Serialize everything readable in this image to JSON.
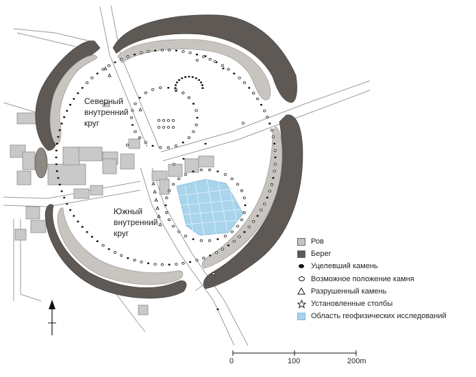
{
  "map": {
    "areas": {
      "north_circle": "Северный внутренний круг",
      "north_circle_lines": [
        "Северный",
        "внутренний",
        "круг"
      ],
      "south_circle": "Южный внутренний круг",
      "south_circle_lines": [
        "Южный",
        "внутренний",
        "круг"
      ]
    },
    "north_arrow_icon": "north-arrow-icon",
    "colors": {
      "ditch": "#c8c4bf",
      "bank": "#5e5955",
      "survey_area": "#a8d4ec",
      "roads": "#b9b9b9",
      "buildings": "#bdbdbd"
    }
  },
  "legend": {
    "items": [
      {
        "label": "Ров",
        "symbol": "ditch-swatch"
      },
      {
        "label": "Берег",
        "symbol": "bank-swatch"
      },
      {
        "label": "Уцелевший камень",
        "symbol": "filled-dot-icon"
      },
      {
        "label": "Возможное положение камня",
        "symbol": "open-dot-icon"
      },
      {
        "label": "Разрушенный камень",
        "symbol": "triangle-icon"
      },
      {
        "label": "Установленные столбы",
        "symbol": "star-icon"
      },
      {
        "label": "Область геофизических исследований",
        "symbol": "survey-area-swatch"
      }
    ]
  },
  "scale_bar": {
    "ticks": [
      "0",
      "100",
      "200m"
    ]
  }
}
